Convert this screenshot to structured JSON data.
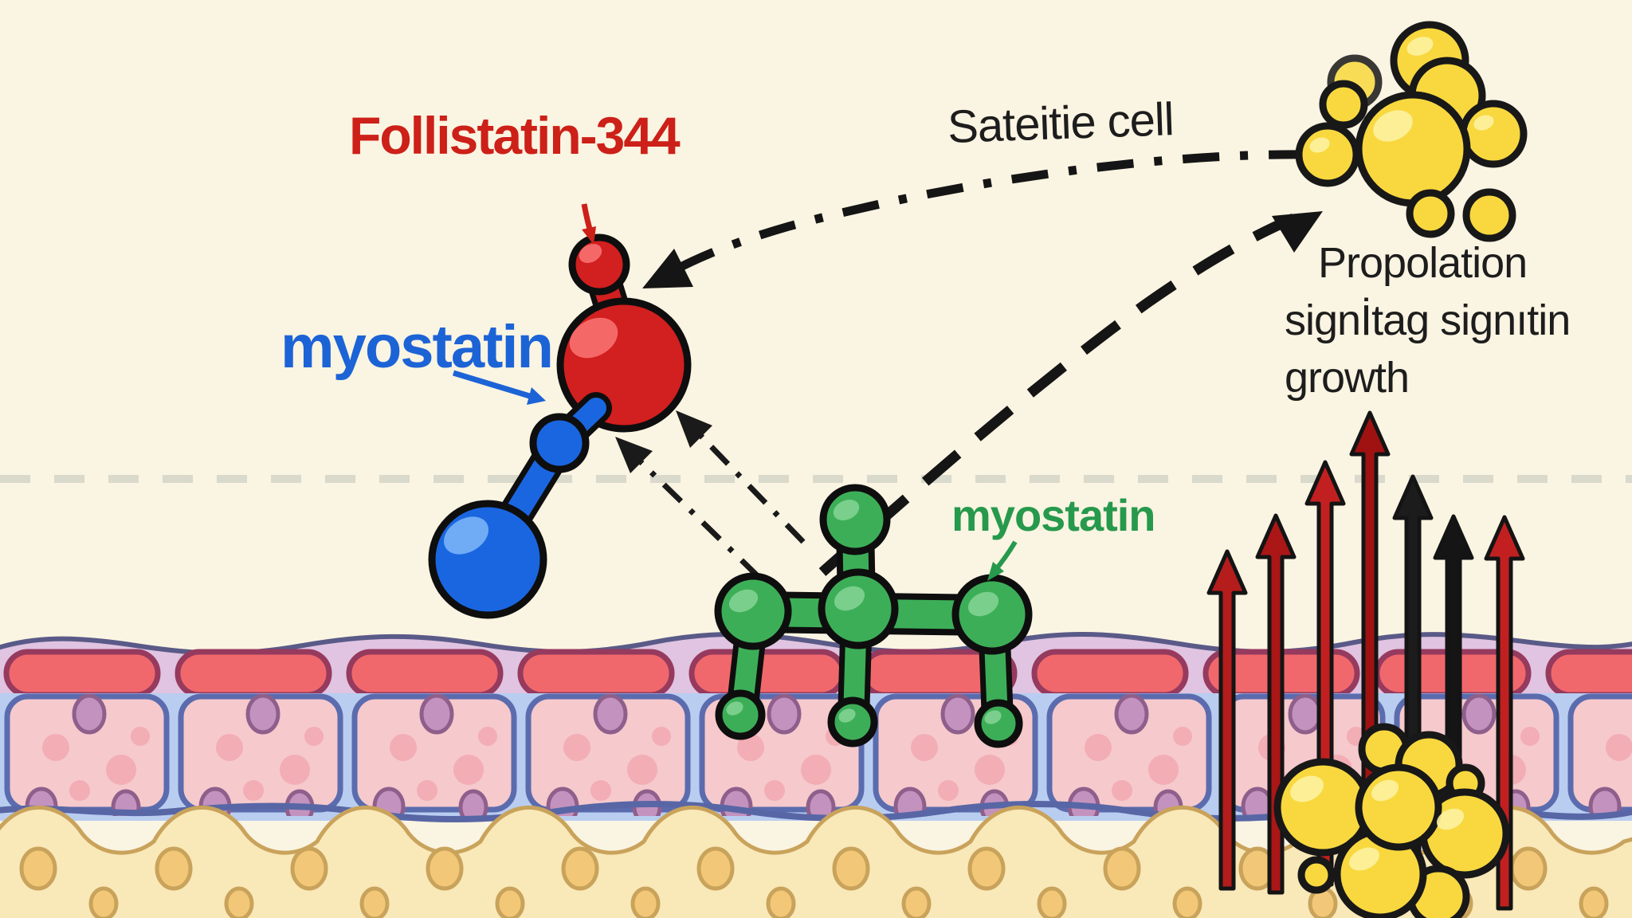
{
  "diagram": {
    "background_color": "#faf4e2",
    "divider_color": "#d9d9cc",
    "labels": {
      "follistatin": {
        "text": "Follistatin-344",
        "color": "#cc2018"
      },
      "myostatin_inhibitor": {
        "text": "myostatin",
        "color": "#1c63d6"
      },
      "myostatin_ligand": {
        "text": "myostatin",
        "color": "#27994c"
      },
      "satellite_cell": {
        "text": "Sateitie cell",
        "color": "#1d1d1d"
      },
      "proliferation": {
        "lines": [
          "Propolation",
          "signİtag signıtin",
          "growth"
        ],
        "color": "#1d1d1d"
      }
    },
    "molecules": {
      "follistatin_red": {
        "color": "#d21f1f"
      },
      "myostatin_blue": {
        "color": "#1a66e0"
      },
      "myostatin_green": {
        "color": "#3dae58"
      }
    },
    "satellite_cells_color": "#f8d83e",
    "growth_arrows": {
      "items": [
        {
          "color": "#b51c1c"
        },
        {
          "color": "#ab1616"
        },
        {
          "color": "#c22020"
        },
        {
          "color": "#a01212"
        },
        {
          "color": "#1c1c1c"
        },
        {
          "color": "#151515"
        },
        {
          "color": "#c22020"
        }
      ]
    },
    "tissue": {
      "membrane_band_color": "#e0c4e1",
      "capsule_color": "#f1686c",
      "matrix_color": "#b9cdf1",
      "cell_color": "#f6c9cc",
      "cell_spot_color": "#f0a4ad",
      "nucleus_color": "#c492be",
      "basal_layer_color": "#f9e8b8",
      "basal_dot_color": "#f2c878"
    }
  }
}
